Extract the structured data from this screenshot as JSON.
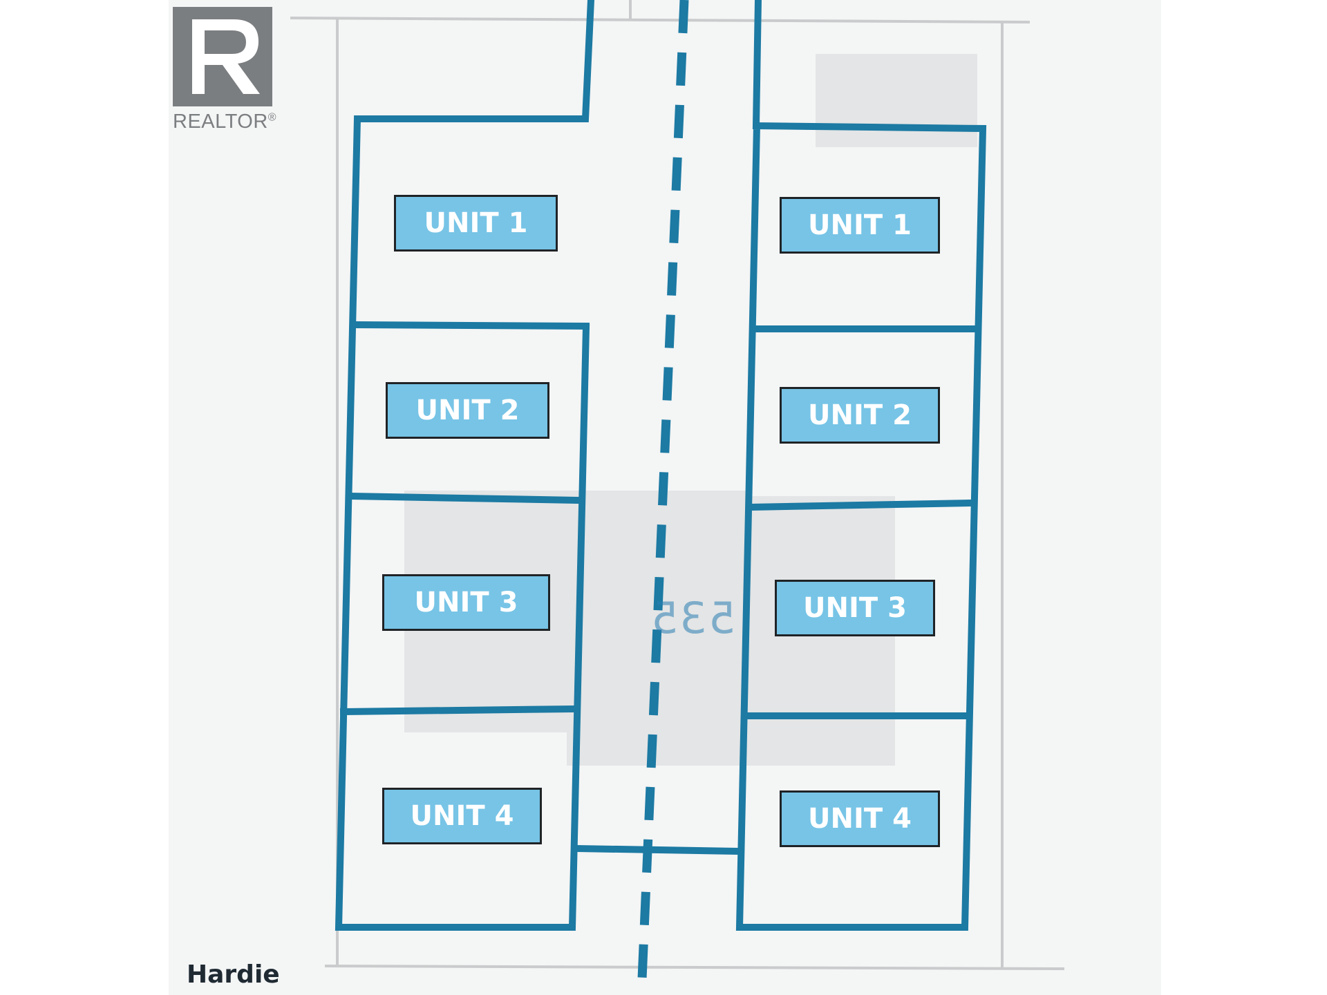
{
  "brand": {
    "logo_text": "REALTOR",
    "logo_mark": "®",
    "logo_letter": "R"
  },
  "colors": {
    "lot_line": "#1c7aa3",
    "unit_fill": "#77c4e6",
    "unit_border": "#1f2326",
    "building": "#e4e5e6",
    "property_line": "#c9cbcc"
  },
  "house_number": "535",
  "street_name": "Hardie",
  "lots": [
    {
      "side": "left",
      "units": [
        {
          "label": "UNIT 1"
        },
        {
          "label": "UNIT 2"
        },
        {
          "label": "UNIT 3"
        },
        {
          "label": "UNIT 4"
        }
      ]
    },
    {
      "side": "right",
      "units": [
        {
          "label": "UNIT 1"
        },
        {
          "label": "UNIT 2"
        },
        {
          "label": "UNIT 3"
        },
        {
          "label": "UNIT 4"
        }
      ]
    }
  ]
}
